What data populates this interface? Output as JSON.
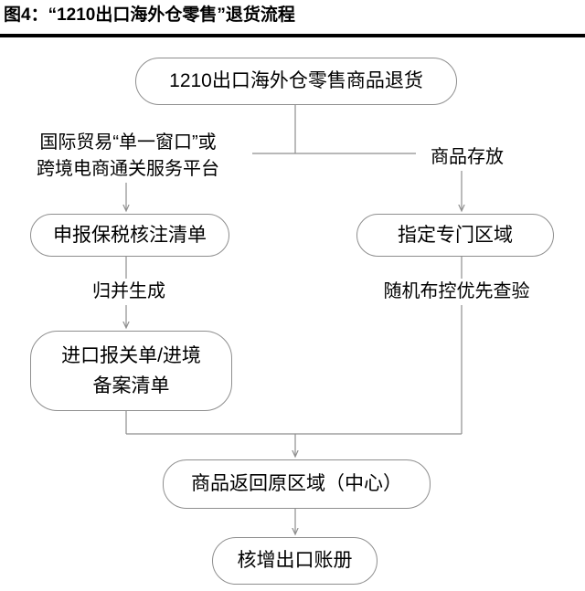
{
  "title": {
    "text": "图4：“1210出口海外仓零售”退货流程"
  },
  "flowchart": {
    "nodes": [
      {
        "id": "top",
        "label": "1210出口海外仓零售商品退货"
      },
      {
        "id": "declare",
        "label": "申报保税核注清单"
      },
      {
        "id": "area",
        "label": "指定专门区域"
      },
      {
        "id": "customs",
        "label": "进口报关单/进境\n备案清单"
      },
      {
        "id": "return",
        "label": "商品返回原区域（中心）"
      },
      {
        "id": "ledger",
        "label": "核增出口账册"
      }
    ],
    "edge_labels": [
      {
        "id": "single-window",
        "label": "国际贸易“单一窗口”或\n跨境电商通关服务平台"
      },
      {
        "id": "goods-store",
        "label": "商品存放"
      },
      {
        "id": "merge",
        "label": "归并生成"
      },
      {
        "id": "inspect",
        "label": "随机布控优先查验"
      }
    ],
    "colors": {
      "node_border": "#8e8e8e",
      "connector": "#8e8e8e",
      "text": "#000000",
      "rule": "#000000",
      "background": "#ffffff"
    }
  }
}
